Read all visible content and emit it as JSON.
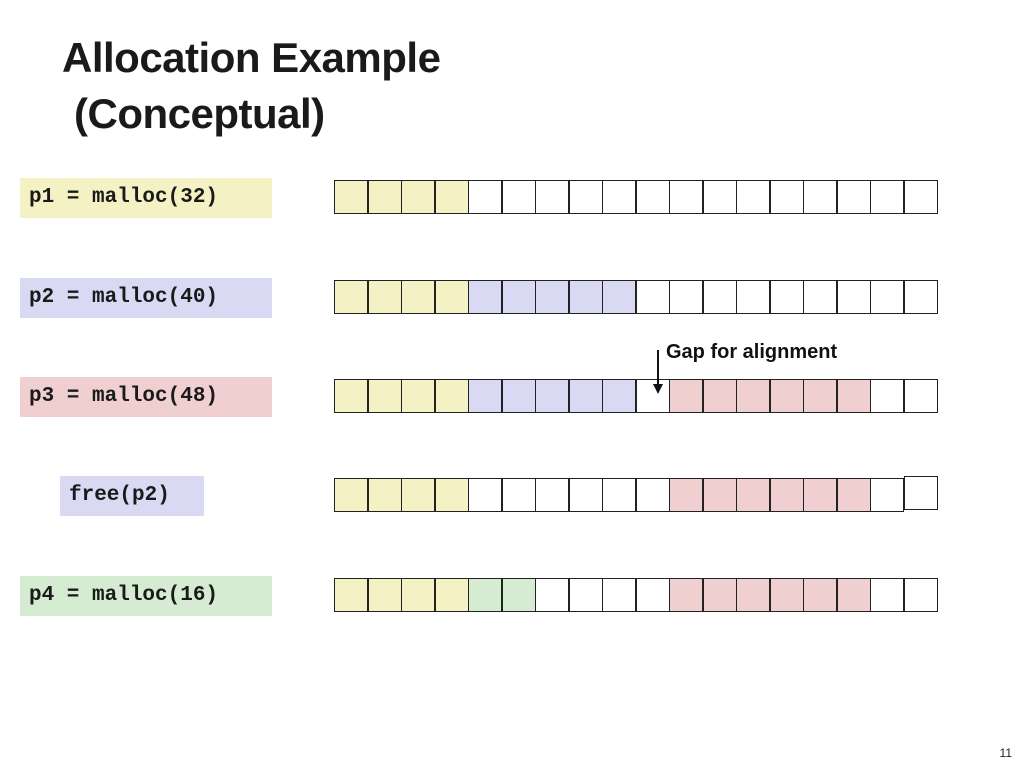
{
  "title": {
    "line1": "Allocation Example",
    "line2": "(Conceptual)"
  },
  "colors": {
    "p1": "#f4f2c4",
    "p2": "#d9d9f3",
    "p3": "#f0cfd0",
    "p4": "#d5ecd2",
    "free": "#ffffff"
  },
  "steps": [
    {
      "label": "p1 = malloc(32)",
      "label_color": "p1",
      "cells": [
        "p1",
        "p1",
        "p1",
        "p1",
        "free",
        "free",
        "free",
        "free",
        "free",
        "free",
        "free",
        "free",
        "free",
        "free",
        "free",
        "free",
        "free",
        "free"
      ]
    },
    {
      "label": "p2 = malloc(40)",
      "label_color": "p2",
      "cells": [
        "p1",
        "p1",
        "p1",
        "p1",
        "p2",
        "p2",
        "p2",
        "p2",
        "p2",
        "free",
        "free",
        "free",
        "free",
        "free",
        "free",
        "free",
        "free",
        "free"
      ]
    },
    {
      "label": "p3 = malloc(48)",
      "label_color": "p3",
      "cells": [
        "p1",
        "p1",
        "p1",
        "p1",
        "p2",
        "p2",
        "p2",
        "p2",
        "p2",
        "free",
        "p3",
        "p3",
        "p3",
        "p3",
        "p3",
        "p3",
        "free",
        "free"
      ]
    },
    {
      "label": "free(p2)",
      "label_color": "p2",
      "cells": [
        "p1",
        "p1",
        "p1",
        "p1",
        "free",
        "free",
        "free",
        "free",
        "free",
        "free",
        "p3",
        "p3",
        "p3",
        "p3",
        "p3",
        "p3",
        "free",
        "free"
      ]
    },
    {
      "label": "p4 = malloc(16)",
      "label_color": "p4",
      "cells": [
        "p1",
        "p1",
        "p1",
        "p1",
        "p4",
        "p4",
        "free",
        "free",
        "free",
        "free",
        "p3",
        "p3",
        "p3",
        "p3",
        "p3",
        "p3",
        "free",
        "free"
      ]
    }
  ],
  "annotation": {
    "text": "Gap for alignment",
    "icon": "down-arrow-icon"
  },
  "page_number": "11"
}
